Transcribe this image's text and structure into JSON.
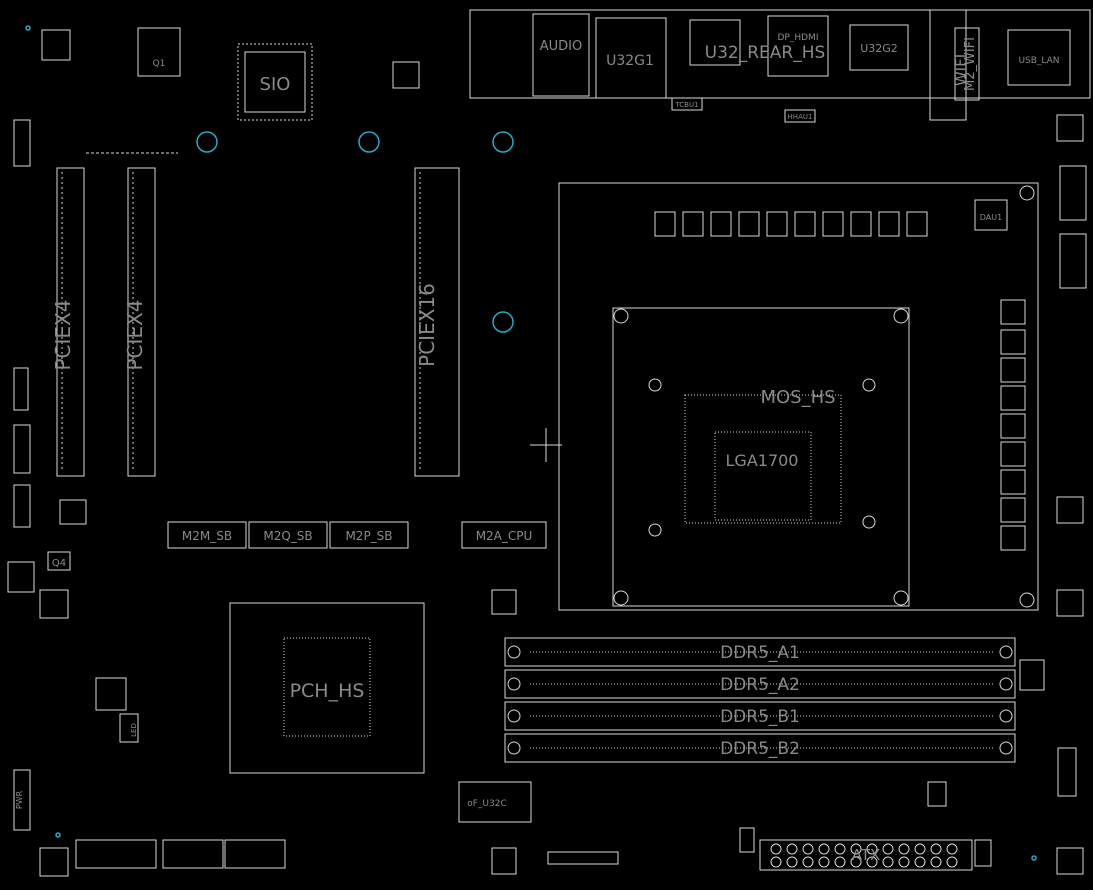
{
  "board": {
    "background": "#000000",
    "outline_color": "#d8d8d8",
    "label_color": "#8a8a8a",
    "mount_hole_color": "#2aa7c9"
  },
  "labels": {
    "sio": "SIO",
    "audio": "AUDIO",
    "u32g1": "U32G1",
    "u32_rear_hs": "U32_REAR_HS",
    "dp_hdmi": "DP_HDMI",
    "u32g2": "U32G2",
    "wifi": "WIFI",
    "m2_wifi": "M2_WIFI",
    "usb_lan": "USB_LAN",
    "tcbu1": "TCBU1",
    "hhau1": "HHAU1",
    "dau1": "DAU1",
    "pciex4_a": "PCIEX4",
    "pciex4_b": "PCIEX4",
    "pciex16": "PCIEX16",
    "mos_hs": "MOS_HS",
    "lga1700": "LGA1700",
    "m2m_sb": "M2M_SB",
    "m2q_sb": "M2Q_SB",
    "m2p_sb": "M2P_SB",
    "m2a_cpu": "M2A_CPU",
    "q4": "Q4",
    "pch_hs": "PCH_HS",
    "ddr5_a1": "DDR5_A1",
    "ddr5_a2": "DDR5_A2",
    "ddr5_b1": "DDR5_B1",
    "ddr5_b2": "DDR5_B2",
    "oc_u32c": "oF_U32C",
    "atx": "ATX",
    "pwr": "PWR",
    "q1": "Q1",
    "led": "LED"
  }
}
